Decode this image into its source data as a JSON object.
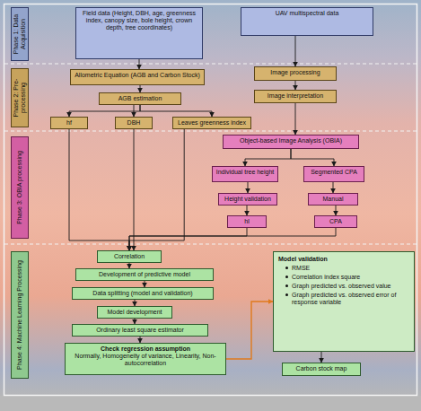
{
  "diagram": {
    "nodes": [
      {
        "text": [
          "Phase 1: Data Acquisition"
        ]
      },
      {
        "text": [
          "Field data (Height, DBH, age, greenness index, canopy size, bole height, crown depth, tree coordinates)"
        ]
      },
      {
        "text": [
          "UAV multispectral data"
        ]
      },
      {
        "text": [
          "Phase 2: Pre-processing"
        ]
      },
      {
        "text": [
          "Allometric Equation (AGB and Carbon Stock)"
        ]
      },
      {
        "text": [
          "Image processing"
        ]
      },
      {
        "text": [
          "AGB estimation"
        ]
      },
      {
        "text": [
          "Image interpretation"
        ]
      },
      {
        "text": [
          "hf"
        ]
      },
      {
        "text": [
          "DBH"
        ]
      },
      {
        "text": [
          "Leaves greenness index"
        ]
      },
      {
        "text": [
          "Phase 3: OBIA processing"
        ]
      },
      {
        "text": [
          "Object-based Image Analysis (OBIA)"
        ]
      },
      {
        "text": [
          "Individual tree height"
        ]
      },
      {
        "text": [
          "Segmented CPA"
        ]
      },
      {
        "text": [
          "Height validation"
        ]
      },
      {
        "text": [
          "Manual"
        ]
      },
      {
        "text": [
          "hl"
        ]
      },
      {
        "text": [
          "CPA"
        ]
      },
      {
        "text": [
          "Phase 4: Machine Learning Processing"
        ]
      },
      {
        "text": [
          "Correlation"
        ]
      },
      {
        "text": [
          "Development of predictive model"
        ]
      },
      {
        "text": [
          "Data splitting (model and validation)"
        ]
      },
      {
        "text": [
          "Model development"
        ]
      },
      {
        "text": [
          "Ordinary least square estimator"
        ]
      },
      {
        "text": [
          "Check regression assumption",
          "Normally, Homogeneity of variance, Linearity, Non-autocorrelation"
        ]
      },
      {
        "text": [
          "Model validation",
          "RMSE",
          "Correlation index square",
          "Graph predicted vs. observed value",
          "Graph predicted vs. observed error of response variable"
        ]
      },
      {
        "text": [
          "Carbon stock map"
        ]
      }
    ],
    "edges": [
      {
        "from": 1,
        "to": 4,
        "arrow": "to"
      },
      {
        "from": 2,
        "to": 5,
        "arrow": "to"
      },
      {
        "from": 4,
        "to": 6,
        "arrow": "to"
      },
      {
        "from": 5,
        "to": 7,
        "arrow": "to"
      },
      {
        "from": 6,
        "to": 8,
        "arrow": "to"
      },
      {
        "from": 6,
        "to": 9,
        "arrow": "to"
      },
      {
        "from": 6,
        "to": 10,
        "arrow": "to"
      },
      {
        "from": 7,
        "to": 12,
        "arrow": "to"
      },
      {
        "from": 12,
        "to": 13,
        "arrow": "to"
      },
      {
        "from": 12,
        "to": 14,
        "arrow": "to"
      },
      {
        "from": 13,
        "to": 15,
        "arrow": "to"
      },
      {
        "from": 14,
        "to": 16,
        "arrow": "to"
      },
      {
        "from": 15,
        "to": 17,
        "arrow": "to"
      },
      {
        "from": 16,
        "to": 18,
        "arrow": "to"
      },
      {
        "from": 8,
        "to": 20,
        "arrow": "to"
      },
      {
        "from": 9,
        "to": 20,
        "arrow": "to"
      },
      {
        "from": 10,
        "to": 20,
        "arrow": "to"
      },
      {
        "from": 17,
        "to": 20,
        "arrow": "to"
      },
      {
        "from": 18,
        "to": 20,
        "arrow": "to"
      },
      {
        "from": 20,
        "to": 21,
        "arrow": "to"
      },
      {
        "from": 21,
        "to": 22,
        "arrow": "to"
      },
      {
        "from": 22,
        "to": 23,
        "arrow": "to"
      },
      {
        "from": 23,
        "to": 24,
        "arrow": "to"
      },
      {
        "from": 24,
        "to": 25,
        "arrow": "to"
      },
      {
        "from": 25,
        "to": 26,
        "arrow": "to"
      },
      {
        "from": 26,
        "to": 27,
        "arrow": "to"
      }
    ]
  }
}
